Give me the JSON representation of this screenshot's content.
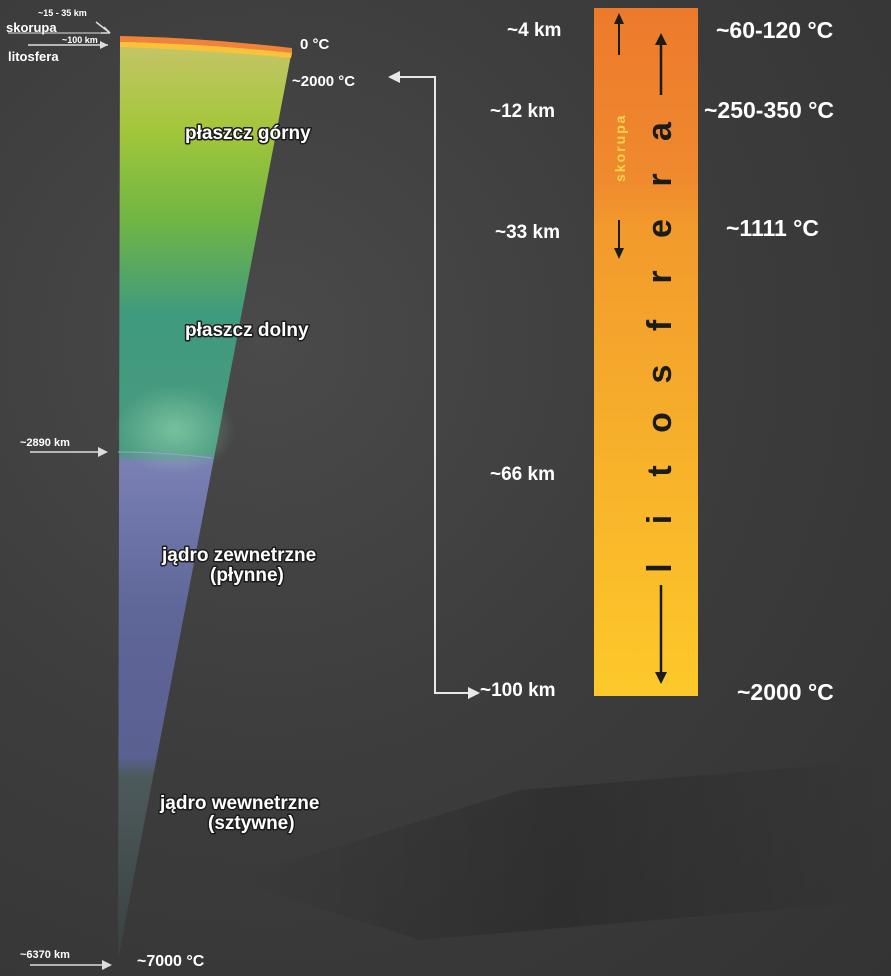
{
  "left_labels": {
    "crust_depth": "~15 - 35 km",
    "crust": "skorupa",
    "litho_depth": "~100 km",
    "lithosphere": "litosfera",
    "mantle_bottom_depth": "~2890 km",
    "center_depth": "~6370 km"
  },
  "wedge_labels": {
    "surface_temp": "0 °C",
    "litho_base_temp": "~2000 °C",
    "upper_mantle": "płaszcz górny",
    "lower_mantle": "płaszcz dolny",
    "outer_core_line1": "jądro zewnetrzne",
    "outer_core_line2": "(płynne)",
    "inner_core_line1": "jądro wewnetrzne",
    "inner_core_line2": "(sztywne)",
    "center_temp": "~7000 °C"
  },
  "column": {
    "depths": [
      "~4 km",
      "~12 km",
      "~33 km",
      "~66 km",
      "~100 km"
    ],
    "temps": [
      "~60-120 °C",
      "~250-350 °C",
      "~1111 °C",
      "~2000 °C"
    ],
    "crust_word": "skorupa",
    "litho_letters": [
      "l",
      "i",
      "t",
      "o",
      "s",
      "f",
      "r",
      "e",
      "r",
      "a"
    ]
  },
  "colors": {
    "column_top": "#f07c2a",
    "column_bottom": "#fcc62a",
    "upper_mantle": "#a3c63a",
    "lower_mantle": "#3f9a7e",
    "outer_core": "#7177a8",
    "inner_core": "#4d5a5c"
  }
}
